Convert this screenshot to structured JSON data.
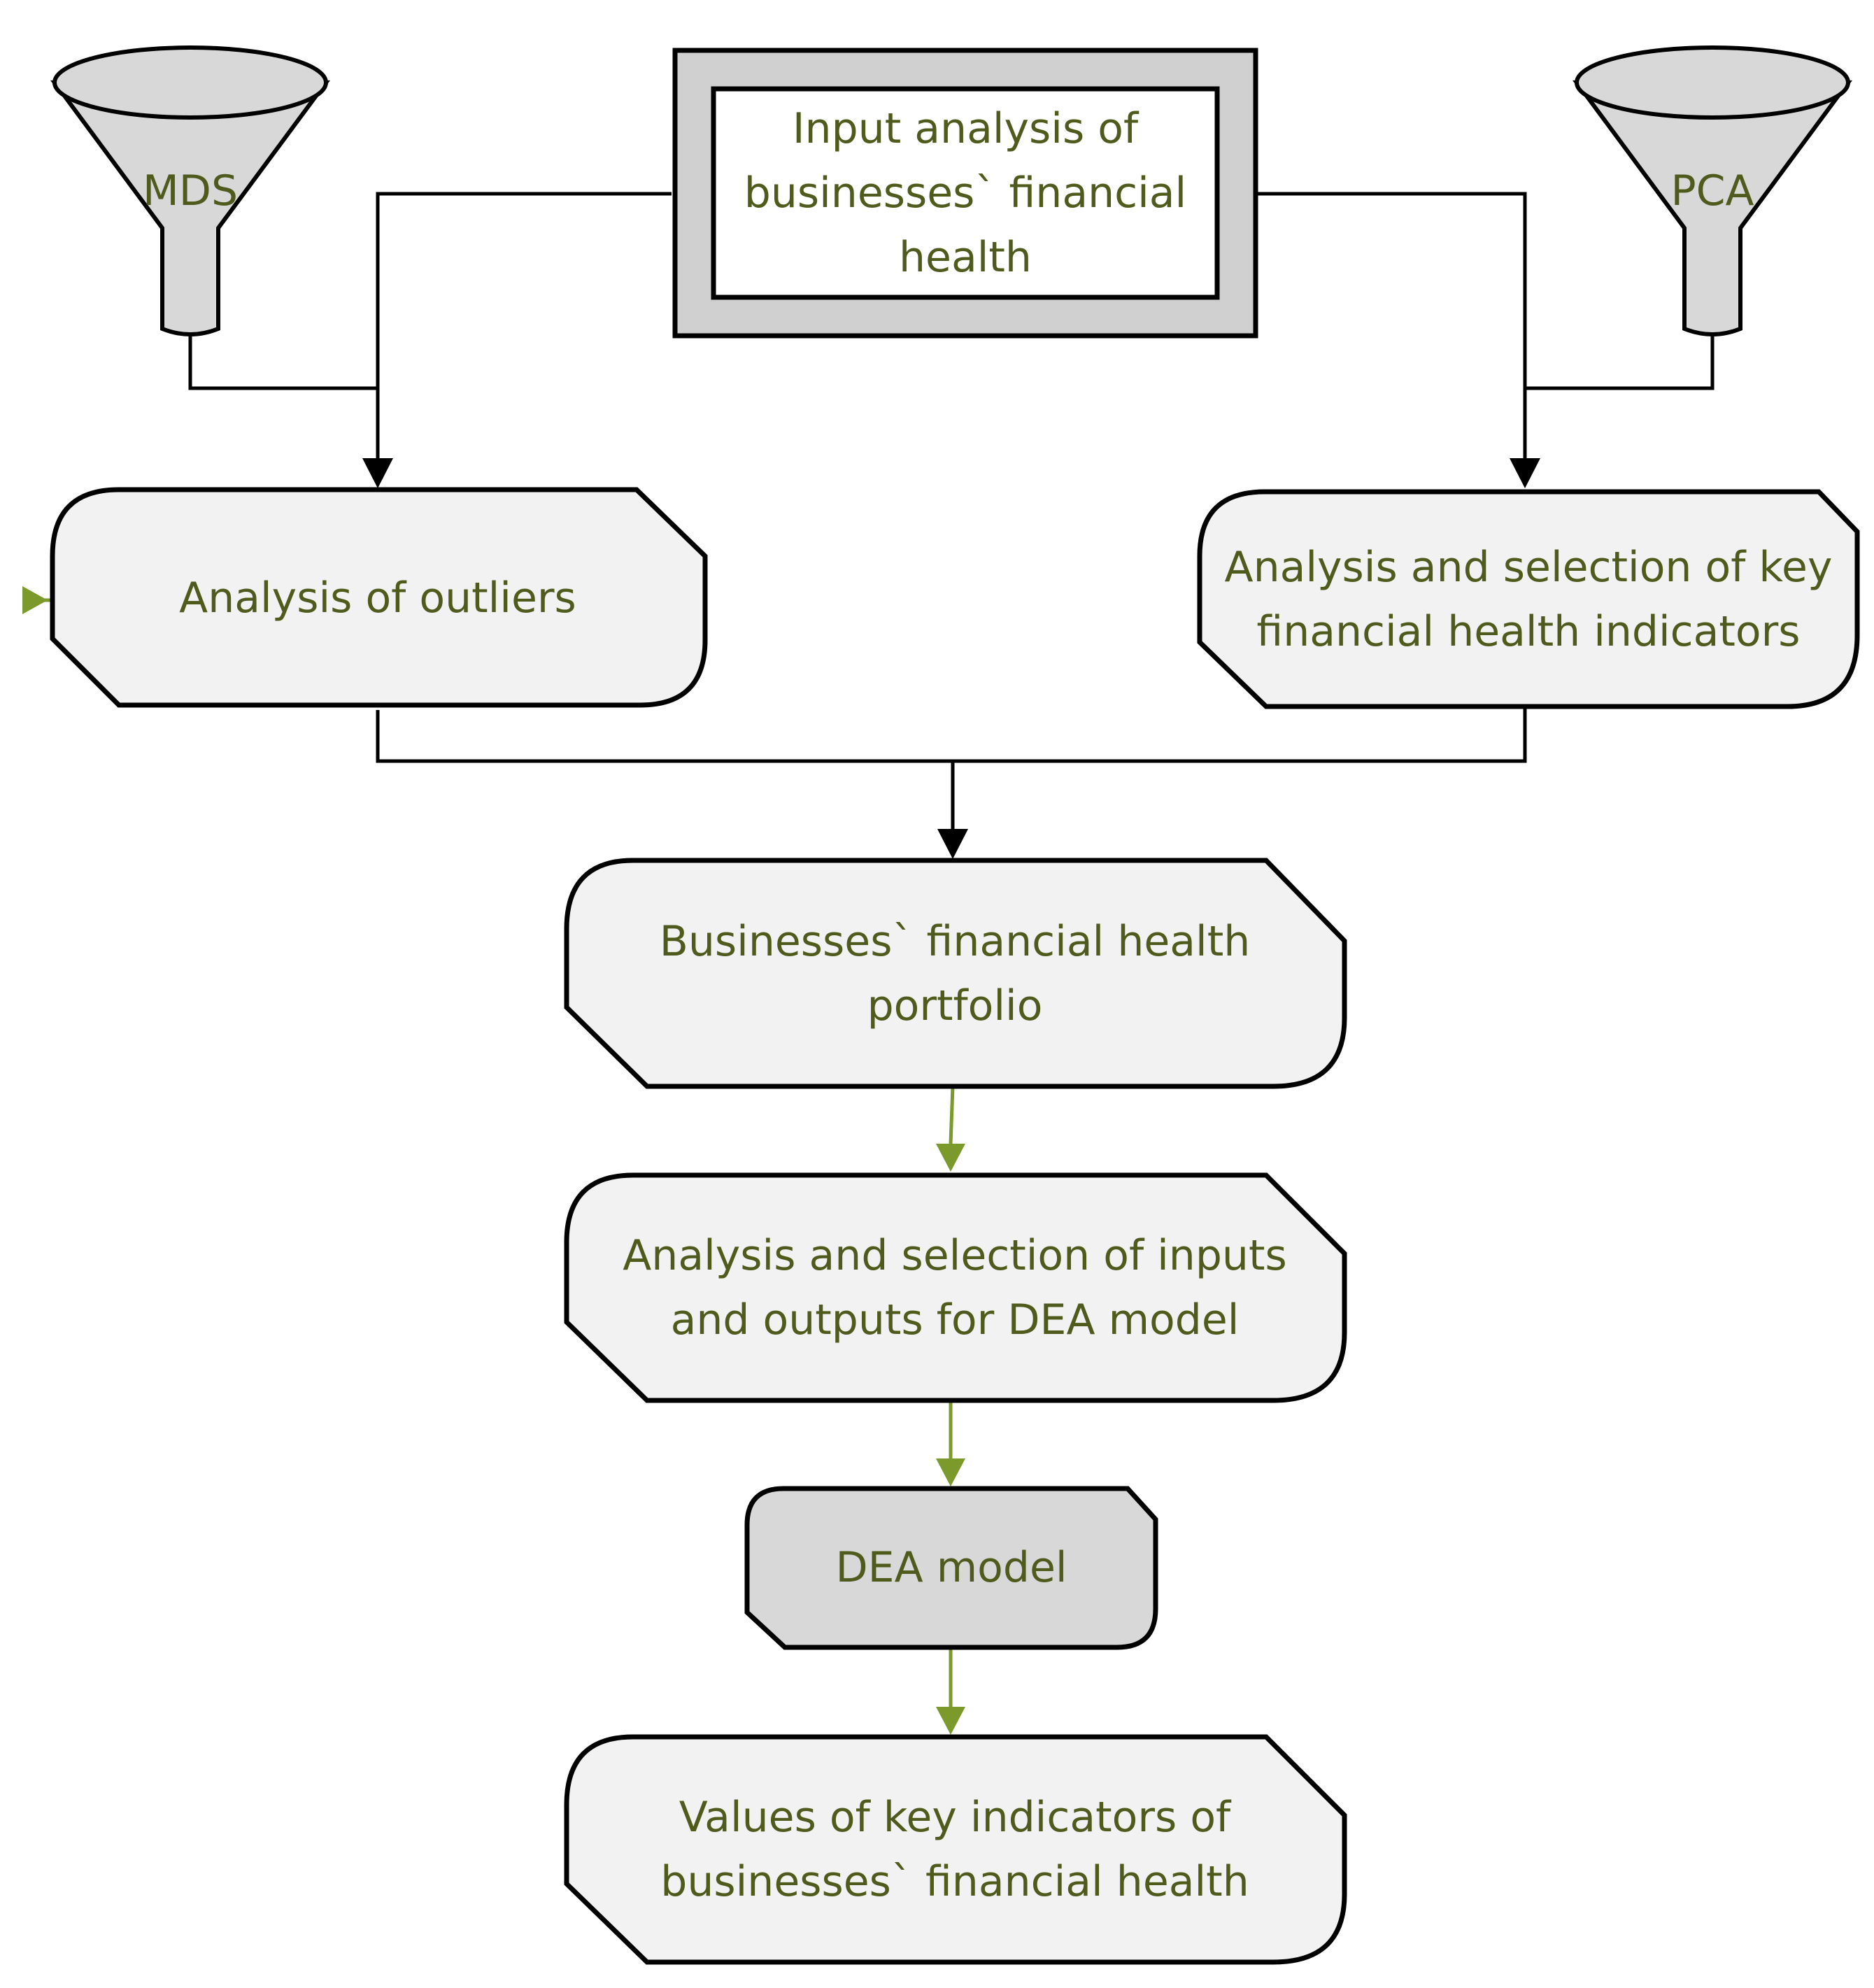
{
  "diagram": {
    "colors": {
      "text": "#4e5b1c",
      "arrow_green": "#7b9a2b",
      "box_fill": "#f2f2f2",
      "box_dark_fill": "#d8d8d8",
      "frame_gray": "#d0d0d0",
      "stroke": "#000000"
    },
    "nodes": {
      "input_analysis": {
        "text": "Input analysis of businesses` financial health"
      },
      "mds": {
        "text": "MDS",
        "icon": "funnel-icon"
      },
      "pca": {
        "text": "PCA",
        "icon": "funnel-icon"
      },
      "outliers": {
        "text": "Analysis of outliers"
      },
      "key_indicators": {
        "text": "Analysis and selection of key financial health indicators"
      },
      "portfolio": {
        "text": "Businesses` financial health portfolio"
      },
      "inputs_outputs": {
        "text": "Analysis and selection of inputs and outputs for DEA model"
      },
      "dea_model": {
        "text": "DEA model"
      },
      "values": {
        "text": "Values of key indicators of businesses` financial health"
      }
    },
    "edges": [
      {
        "from": "input_analysis",
        "to": "outliers"
      },
      {
        "from": "input_analysis",
        "to": "key_indicators"
      },
      {
        "from": "mds",
        "to": "outliers"
      },
      {
        "from": "pca",
        "to": "key_indicators"
      },
      {
        "from": "outliers",
        "to": "portfolio"
      },
      {
        "from": "key_indicators",
        "to": "portfolio"
      },
      {
        "from": "portfolio",
        "to": "inputs_outputs"
      },
      {
        "from": "inputs_outputs",
        "to": "dea_model"
      },
      {
        "from": "dea_model",
        "to": "values"
      }
    ]
  }
}
